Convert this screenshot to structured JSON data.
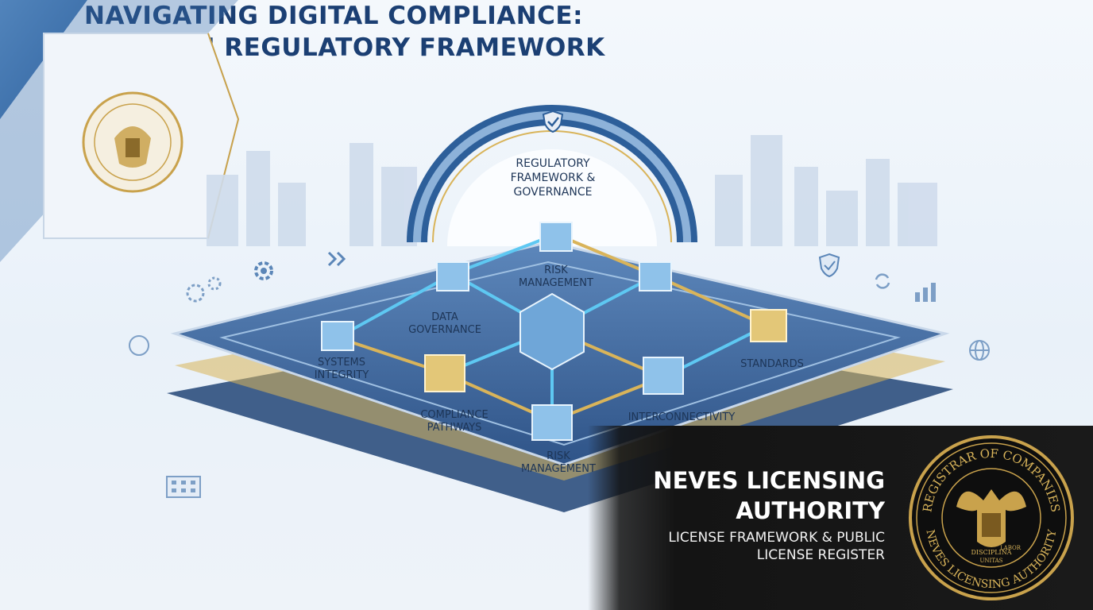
{
  "title": {
    "line1": "NAVIGATING DIGITAL COMPLIANCE:",
    "line2": "A MODERN REGULATORY FRAMEWORK"
  },
  "arch": {
    "line1": "REGULATORY",
    "line2": "FRAMEWORK &",
    "line3": "GOVERNANCE",
    "icon": "shield-check-icon"
  },
  "nodes": {
    "risk_top": {
      "line1": "RISK",
      "line2": "MANAGEMENT"
    },
    "data_gov": {
      "line1": "DATA",
      "line2": "GOVERNANCE"
    },
    "systems": {
      "line1": "SYSTEMS",
      "line2": "INTEGRITY"
    },
    "compliance": {
      "line1": "COMPLIANCE",
      "line2": "PATHWAYS"
    },
    "risk_bottom": {
      "line1": "RISK",
      "line2": "MANAGEMENT"
    },
    "standards": "STANDARDS",
    "interconnectivity": "INTERCONNECTIVITY"
  },
  "brand": {
    "name_line1": "NEVES LICENSING",
    "name_line2": "AUTHORITY",
    "sub_line1": "LICENSE FRAMEWORK & PUBLIC",
    "sub_line2": "LICENSE REGISTER"
  },
  "seal": {
    "top_text": "REGISTRAR OF COMPANIES",
    "bottom_text": "NEVES LICENSING AUTHORITY",
    "motto1": "DISCIPLINA",
    "motto2": "LABOR",
    "motto3": "UNITAS"
  },
  "colors": {
    "navy": "#1b3f73",
    "cyan": "#5ec8f2",
    "gold": "#d9b45a",
    "panel": "#141414"
  }
}
